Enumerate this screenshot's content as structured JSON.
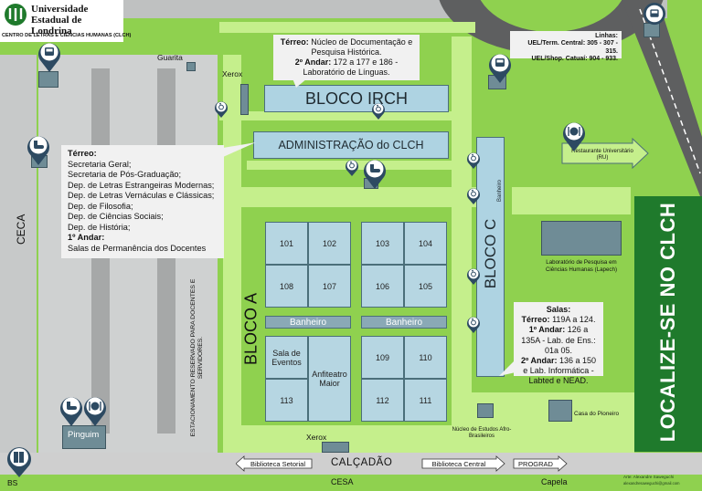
{
  "header": {
    "university_line1": "Universidade",
    "university_line2": "Estadual de Londrina",
    "center": "CENTRO DE LETRAS E CIÊNCIAS HUMANAS (CLCH)"
  },
  "buildings": {
    "bloco_irch": "BLOCO IRCH",
    "administracao": "ADMINISTRAÇÃO do CLCH",
    "bloco_c": "BLOCO C",
    "bloco_a": "BLOCO A",
    "banheiro_c": "Banheiro",
    "banheiro_1": "Banheiro",
    "banheiro_2": "Banheiro"
  },
  "rooms": {
    "r101": "101",
    "r102": "102",
    "r103": "103",
    "r104": "104",
    "r108": "108",
    "r107": "107",
    "r106": "106",
    "r105": "105",
    "sala_eventos": "Sala de Eventos",
    "anfiteatro": "Anfiteatro Maior",
    "r113": "113",
    "r109": "109",
    "r110": "110",
    "r112": "112",
    "r111": "111"
  },
  "info_irch": {
    "terreo_label": "Térreo:",
    "terreo_text": " Núcleo de Documentação e Pesquisa Histórica.",
    "andar2_label": "2º Andar:",
    "andar2_text": " 172 a 177 e 186 - Laboratório de Línguas."
  },
  "info_admin": {
    "terreo_label": "Térreo:",
    "lines": [
      "Secretaria Geral;",
      "Secretaria de Pós-Graduação;",
      "Dep. de Letras Estrangeiras Modernas;",
      "Dep. de Letras Vernáculas e Clássicas;",
      "Dep. de Filosofia;",
      "Dep. de Ciências Sociais;",
      "Dep. de História;"
    ],
    "andar1_label": "1º Andar:",
    "andar1_text": "Salas de Permanência dos Docentes"
  },
  "info_linhas": {
    "title": "Linhas:",
    "line1": "UEL/Term. Central: 305 - 307 - 315.",
    "line2": "UEL/Shop. Catuaí: 904 - 933."
  },
  "info_salas": {
    "title": "Salas:",
    "terreo_label": "Térreo:",
    "terreo_text": " 119A a 124.",
    "andar1_label": "1º Andar:",
    "andar1_text": " 126 a 135A - Lab. de Ens.: 01a 05.",
    "andar2_label": "2º Andar:",
    "andar2_text": " 136 a 150 e Lab. Informática - Labted e NEAD."
  },
  "labels": {
    "guarita": "Guarita",
    "xerox_top": "Xerox",
    "xerox_bottom": "Xerox",
    "ceca": "CECA",
    "estacionamento": "ESTACIONAMENTO RESERVADO PARA DOCENTES E SERVIDORES.",
    "restaurante": "Restaurante Universitário (RU)",
    "laboratorio": "Laboratório de Pesquisa em Ciências Humanas (Lapech)",
    "nucleo": "Núcleo de Estudos Afro-Brasileiros",
    "casa_pioneiro": "Casa do Pioneiro",
    "pinguim": "Pinguim",
    "calcadao": "CALÇADÃO",
    "biblioteca_setorial": "Biblioteca Setorial",
    "biblioteca_central": "Biblioteca Central",
    "prograd": "PROGRAD",
    "bs": "BS",
    "cesa_label": "CESA",
    "capela": "Capela",
    "localize": "LOCALIZE-SE NO CLCH",
    "credit1": "Arte: Alexandre Saweguchi",
    "credit2": "alexandresaweguchi@gmail.com"
  },
  "icons": [
    "bus-icon",
    "wheelchair-icon",
    "toilet-icon",
    "restaurant-icon",
    "book-icon"
  ],
  "colors": {
    "grass": "#8fd14f",
    "light_grass": "#c5ef8c",
    "building": "#aed3e2",
    "pin": "#2d4a62",
    "banner": "#1f7a2c",
    "road": "#c7c9c9"
  }
}
